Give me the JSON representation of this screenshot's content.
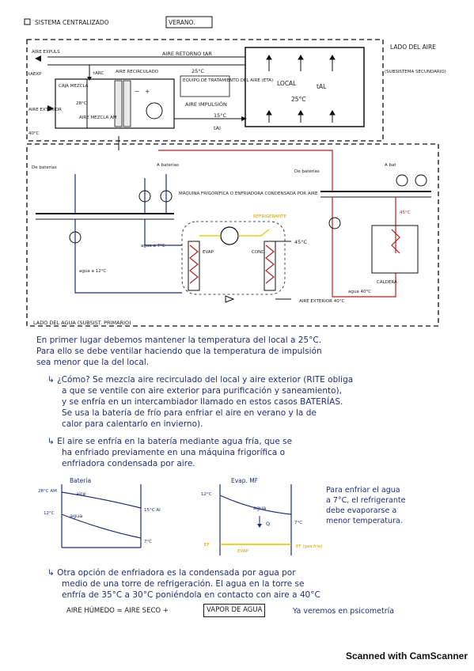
{
  "header": {
    "title": "SISTEMA CENTRALIZADO",
    "season": "VERANO."
  },
  "diagram": {
    "lado_aire": "LADO DEL AIRE",
    "lado_aire_sub": "(SUBSISTEMA SECUNDARIO)",
    "lado_agua": "LADO DEL AGUA (SUBSIST. PRIMARIO)",
    "aire_expuls": "AIRE EXPULS",
    "t_aexp": "tAEXP",
    "t_arc": "tARC",
    "aire_recirculado": "AIRE RECIRCULADO",
    "aire_retorno": "AIRE RETORNO tAR",
    "temp_25_top": "25°C",
    "equipo": "EQUIPO DE TRATAMIENTO DEL AIRE (ETA)",
    "caja_mezcla": "CAJA MEZCLA",
    "temp_28": "28°C",
    "aire_mezcla": "AIRE MEZCLA AM",
    "aire_exterior": "AIRE EXTERIOR",
    "temp_40_left": "40°C",
    "aire_impulsion": "AIRE IMPULSIÓN",
    "temp_15_imp": "15°C",
    "t_ai": "tAI",
    "local": "LOCAL",
    "t_al": "tAL",
    "temp_25_local": "25°C",
    "de_baterias_left": "De baterías",
    "a_baterias_left": "A baterías",
    "maquina": "MÁQUINA FRIGORÍFICA O ENFRIADORA CONDENSADA POR AIRE",
    "refrigerante": "REFRIGERANTE",
    "temp_45_refr": "45°C",
    "agua_7": "agua a 7°C",
    "agua_12": "agua a 12°C",
    "evap": "EVAP",
    "cond": "COND",
    "aire_exterior_bottom": "AIRE EXTERIOR 40°C",
    "de_baterias_right": "De baterías",
    "a_baterias_right": "A bat",
    "temp_45_right": "45°C",
    "caldera": "CALDERA",
    "agua_40": "agua 40°C"
  },
  "notes": {
    "p1": "En primer lugar debemos mantener la temperatura del local a 25°C.",
    "p2": "Para ello se debe ventilar haciendo que la temperatura de impulsión",
    "p3": "sea menor que la del local.",
    "p4": "↳ ¿Cómo? Se mezcla aire recirculado del local y aire exterior (RITE obliga",
    "p5": "a que se ventile con aire exterior para purificación y saneamiento),",
    "p6": "y se enfría en un intercambiador llamado en estos casos BATERÍAS.",
    "p7": "Se usa la batería de frío para enfriar el aire en verano y la de",
    "p8": "calor para calentarlo en invierno).",
    "p9": "↳ El aire se enfría en la batería mediante agua fría, que se",
    "p10": "ha enfriado previamente en una máquina frigorífica o",
    "p11": "enfriadora condensada por aire.",
    "q1": "↳ Otra opción de enfriadora es la condensada por agua por",
    "q2": "medio de una torre de refrigeración. El agua en la torre se",
    "q3": "enfría de 35°C a 30°C poniéndola en contacto con aire a 40°C",
    "q4a": "AIRE HÚMEDO = AIRE SECO +",
    "q4b": "VAPOR DE AGUA",
    "q4c": "Ya veremos en psicometría"
  },
  "graph1": {
    "title": "Batería",
    "y_top": "28°C AM",
    "y_mid": "12°C",
    "line_top": "aire",
    "line_bottom": "agua",
    "end_top": "15°C AI",
    "end_bottom": "7°C"
  },
  "graph2": {
    "title": "Evap. MF",
    "y_top": "12°C",
    "line": "agua",
    "q": "Q",
    "end": "7°C",
    "left_evap": "EF",
    "evap_label": "EVAP",
    "evap_right": "EF (gas frío)"
  },
  "side_note": {
    "l1": "Para enfriar el agua",
    "l2": "a 7°C, el refrigerante",
    "l3": "debe evaporarse a",
    "l4": "menor temperatura."
  },
  "footer": "Scanned with CamScanner",
  "colors": {
    "ink": "#1f2f73",
    "red": "#b51f1f",
    "yellow": "#e6c000"
  }
}
